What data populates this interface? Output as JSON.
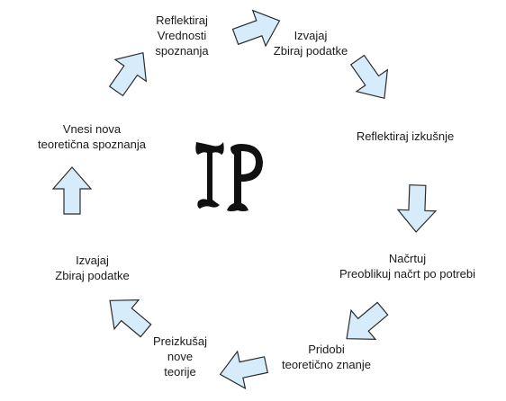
{
  "diagram": {
    "logo": "IP",
    "steps": [
      {
        "lines": [
          "Reflektiraj",
          "Vrednosti",
          "spoznanja"
        ]
      },
      {
        "lines": [
          "Izvajaj",
          "Zbiraj podatke"
        ]
      },
      {
        "lines": [
          "Reflektiraj izkušnje"
        ]
      },
      {
        "lines": [
          "Načrtuj",
          "Preoblikuj načrt po potrebi"
        ]
      },
      {
        "lines": [
          "Pridobi",
          "teoretično znanje"
        ]
      },
      {
        "lines": [
          "Preizkušaj",
          "nove",
          "teorije"
        ]
      },
      {
        "lines": [
          "Izvajaj",
          "Zbiraj podatke"
        ]
      },
      {
        "lines": [
          "Vnesi nova",
          "teoretična spoznanja"
        ]
      }
    ],
    "colors": {
      "arrow_fill": "#d6ecfa",
      "arrow_stroke": "#2b2b2b",
      "text": "#1a1a1a"
    }
  }
}
